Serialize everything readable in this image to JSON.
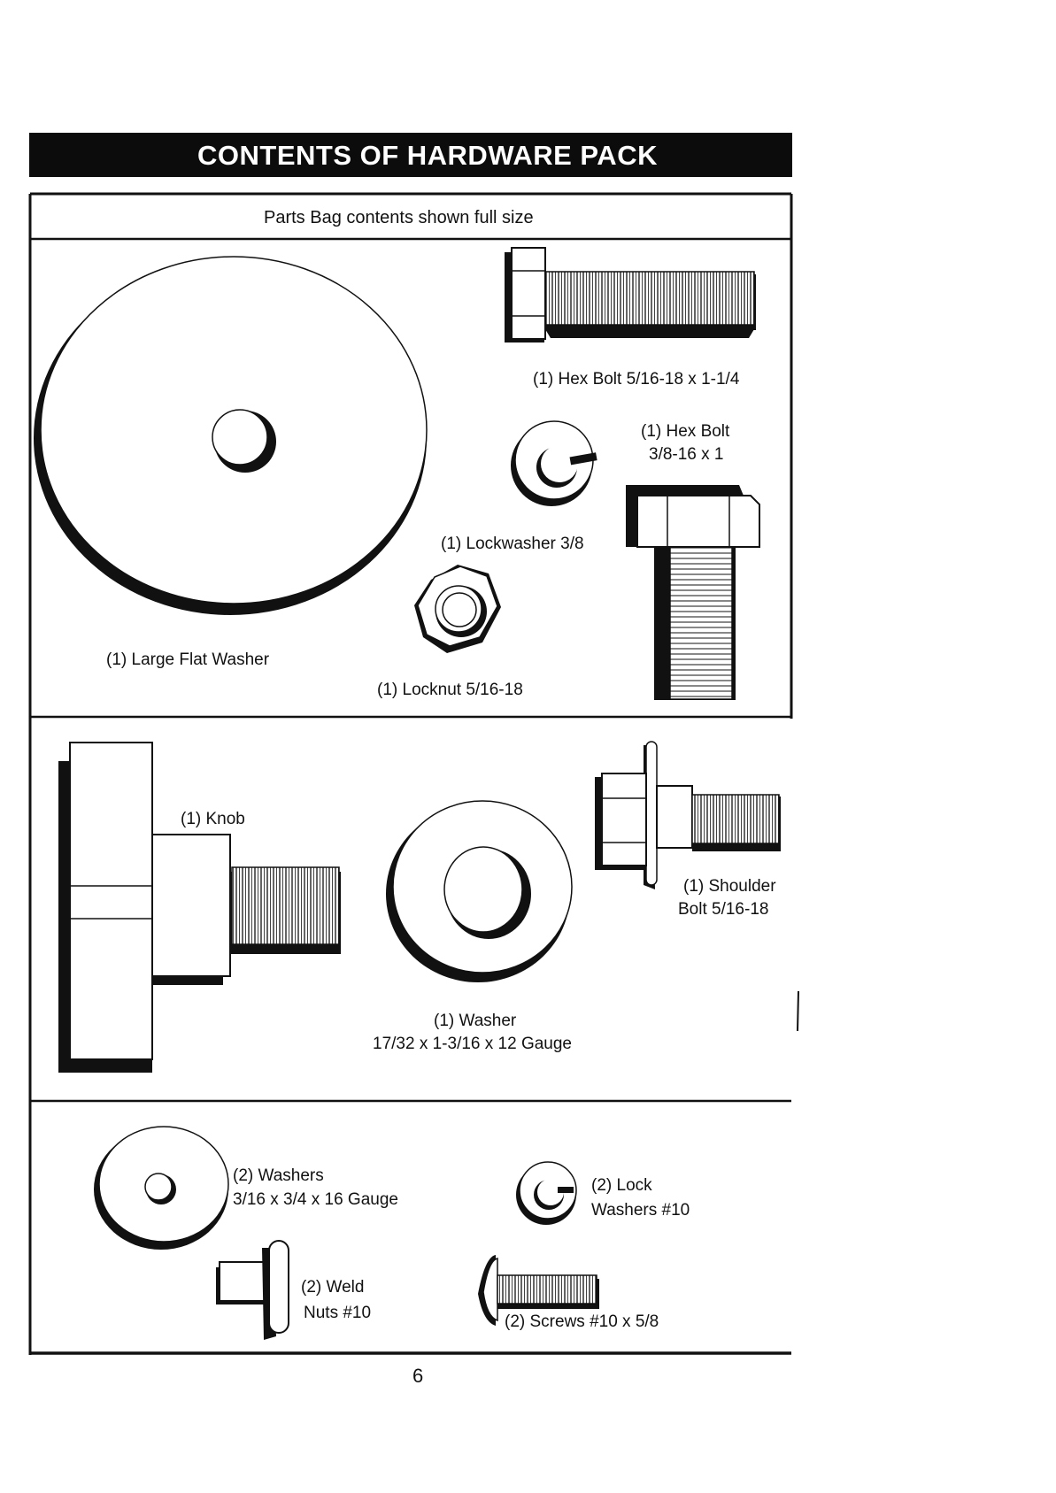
{
  "header": {
    "title": "CONTENTS OF HARDWARE PACK"
  },
  "subtitle": "Parts Bag contents shown full size",
  "parts": {
    "large_flat_washer": "(1) Large Flat Washer",
    "hex_bolt_516": "(1) Hex Bolt  5/16-18 x 1-1/4",
    "hex_bolt_38_line1": "(1) Hex Bolt",
    "hex_bolt_38_line2": "3/8-16 x 1",
    "lockwasher_38": "(1) Lockwasher  3/8",
    "locknut": "(1) Locknut  5/16-18",
    "knob": "(1) Knob",
    "shoulder_bolt_line1": "(1) Shoulder",
    "shoulder_bolt_line2": "Bolt  5/16-18",
    "washer_line1": "(1) Washer",
    "washer_line2": "17/32 x 1-3/16 x 12 Gauge",
    "washers_small_line1": "(2) Washers",
    "washers_small_line2": "3/16 x 3/4 x 16 Gauge",
    "lock_washers_line1": "(2) Lock",
    "lock_washers_line2": "Washers  #10",
    "weld_nuts_line1": "(2) Weld",
    "weld_nuts_line2": "Nuts  #10",
    "screws": "(2) Screws  #10 x 5/8"
  },
  "page_number": "6"
}
